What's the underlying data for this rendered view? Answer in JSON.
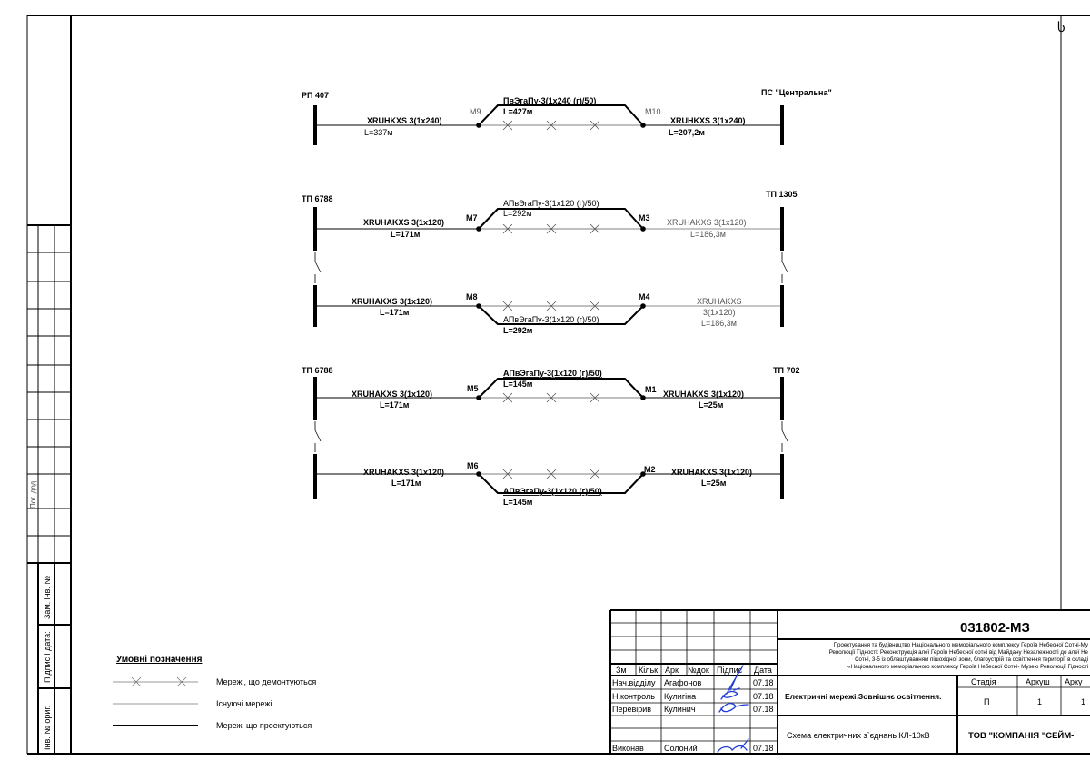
{
  "corner_mark": "Ⴑ",
  "left_strip": {
    "stamp_labels": [
      "Інв. № ориг.",
      "Підпис і дата:",
      "Зам. інв. №"
    ],
    "rotated_fragment": "Пог. дод."
  },
  "sections": [
    {
      "left_node": "РП 407",
      "right_node": "ПС \"Центральна\"",
      "left_cable": {
        "type": "XRUHKXS 3(1x240)",
        "length": "L=337м"
      },
      "left_muff": "M9",
      "mid_cable": {
        "type": "ПвЭгаПу-3(1x240 (г)/50)",
        "length": "L=427м"
      },
      "right_muff": "M10",
      "right_cable": {
        "type": "XRUHKXS 3(1x240)",
        "length": "L=207,2м"
      }
    },
    {
      "left_node": "ТП 6788",
      "right_node": "ТП 1305",
      "line1": {
        "left_cable": {
          "type": "XRUHAKXS 3(1x120)",
          "length": "L=171м"
        },
        "left_muff": "M7",
        "mid_cable": {
          "type": "АПвЭгаПу-3(1x120 (г)/50)",
          "length": "L=292м"
        },
        "right_muff": "M3",
        "right_cable": {
          "type": "XRUHAKXS 3(1x120)",
          "length": "L=186,3м"
        }
      },
      "line2": {
        "left_cable": {
          "type": "XRUHAKXS 3(1x120)",
          "length": "L=171м"
        },
        "left_muff": "M8",
        "mid_cable": {
          "type": "АПвЭгаПу-3(1x120 (г)/50)",
          "length": "L=292м"
        },
        "right_muff": "M4",
        "right_cable": {
          "type1": "XRUHAKXS",
          "type2": "3(1x120)",
          "length": "L=186,3м"
        }
      }
    },
    {
      "left_node": "ТП 6788",
      "right_node": "ТП 702",
      "line1": {
        "left_cable": {
          "type": "XRUHAKXS 3(1x120)",
          "length": "L=171м"
        },
        "left_muff": "M5",
        "mid_cable": {
          "type": "АПвЭгаПу-3(1x120 (г)/50)",
          "length": "L=145м"
        },
        "right_muff": "M1",
        "right_cable": {
          "type": "XRUHAKXS 3(1x120)",
          "length": "L=25м"
        }
      },
      "line2": {
        "left_cable": {
          "type": "XRUHAKXS 3(1x120)",
          "length": "L=171м"
        },
        "left_muff": "M6",
        "mid_cable": {
          "type": "АПвЭгаПу-3(1x120 (г)/50)",
          "length": "L=145м"
        },
        "right_muff": "M2",
        "right_cable": {
          "type": "XRUHAKXS 3(1x120)",
          "length": "L=25м"
        }
      }
    }
  ],
  "legend": {
    "title": "Умовні позначення",
    "items": [
      {
        "kind": "dismantled",
        "label": "Мережі, що демонтуються"
      },
      {
        "kind": "existing",
        "label": "Існуючі мережі"
      },
      {
        "kind": "designed",
        "label": "Мережі що проектуються"
      }
    ]
  },
  "title_block": {
    "code": "031802-МЗ",
    "project_lines": [
      "Проектування та будівництво Національного меморіального комплексу Героїв Небесної Сотні-Му",
      "Революції Гідності: Реконструкція алеї Героїв Небесної сотні від Майдану Незалежності до алеї Не",
      "Сотні, 3-5 із облаштуванням пішохідної зони, благоустрій та освітлення території в складі",
      "«Національного меморіального комплексу Героїв Небесної Сотні- Музею Революції Гідності"
    ],
    "header_cols": [
      "Зм",
      "Кільк",
      "Арк",
      "№док",
      "Підпис",
      "Дата"
    ],
    "signers": [
      {
        "role": "Нач.відділу",
        "name": "Агафонов",
        "date": "07.18"
      },
      {
        "role": "Н.контроль",
        "name": "Кулигіна",
        "date": "07.18"
      },
      {
        "role": "Перевірив",
        "name": "Кулинич",
        "date": "07.18"
      },
      {
        "role": "Виконав",
        "name": "Солоний",
        "date": "07.18"
      }
    ],
    "stage_headers": [
      "Стадія",
      "Аркуш",
      "Арку"
    ],
    "stage_values": [
      "П",
      "1",
      "1"
    ],
    "sheet_title": "Електричні мережі.Зовнішнє освітлення.",
    "drawing_title": "Схема електричних з`єднань  КЛ-10кВ",
    "company": "ТОВ \"КОМПАНІЯ \"СЕЙМ-"
  },
  "colors": {
    "line": "#000000",
    "existing": "#666666",
    "signature": "#1f3bd6"
  }
}
